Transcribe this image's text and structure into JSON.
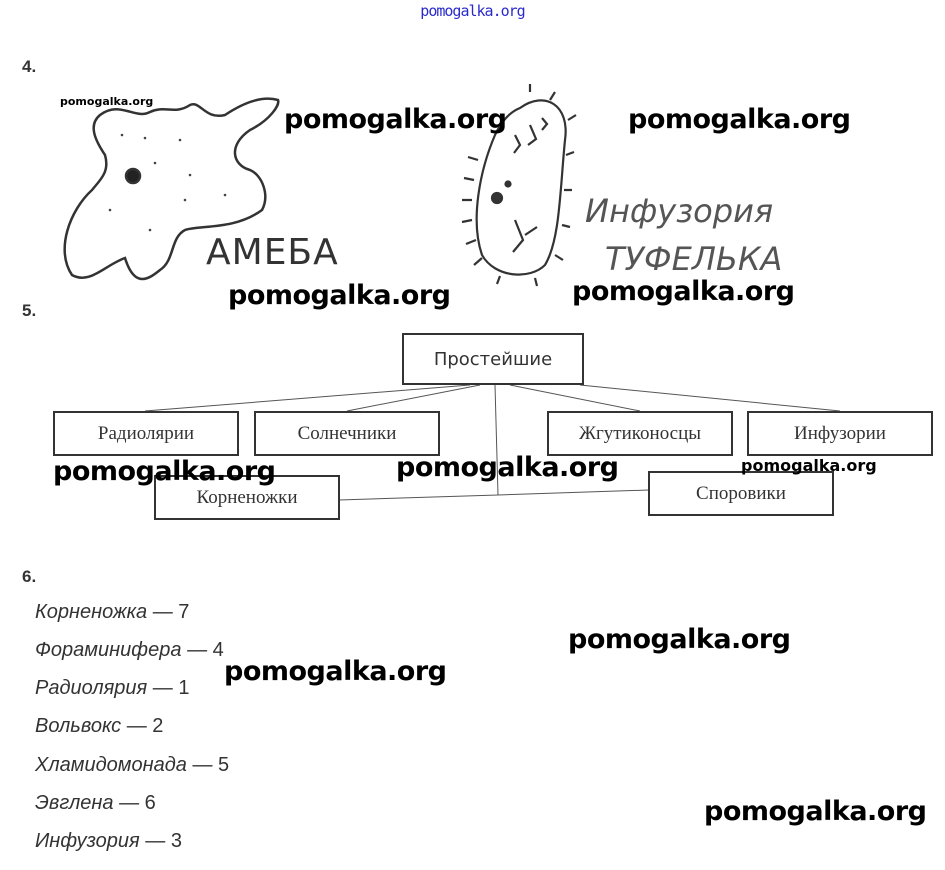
{
  "header": {
    "site": "pomogalka.org"
  },
  "watermark": "pomogalka.org",
  "section4": {
    "number": "4.",
    "labels": {
      "amoeba": "АМЕБА",
      "paramecium_line1": "Инфузория",
      "paramecium_line2": "ТУФЕЛЬКА"
    }
  },
  "section5": {
    "number": "5.",
    "root": "Простейшие",
    "children": [
      "Радиолярии",
      "Солнечники",
      "Жгутиконосцы",
      "Инфузории",
      "Корненожки",
      "Споровики"
    ]
  },
  "section6": {
    "number": "6.",
    "items": [
      {
        "name": "Корненожка",
        "value": "— 7"
      },
      {
        "name": "Фораминифера",
        "value": "— 4"
      },
      {
        "name": "Радиолярия",
        "value": "— 1"
      },
      {
        "name": "Вольвокс",
        "value": "— 2"
      },
      {
        "name": "Хламидомонада",
        "value": "— 5"
      },
      {
        "name": "Эвглена",
        "value": "— 6"
      },
      {
        "name": "Инфузория",
        "value": "— 3"
      }
    ]
  }
}
